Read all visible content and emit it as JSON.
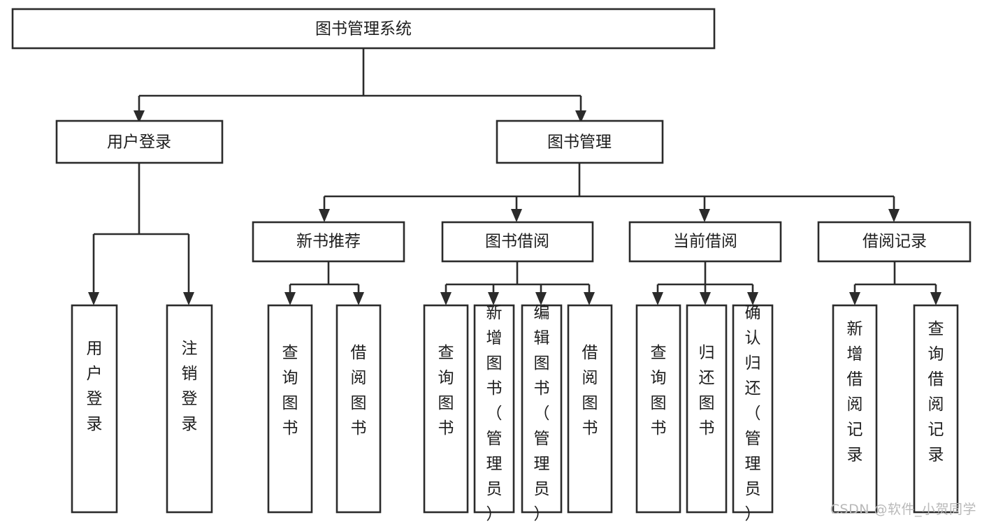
{
  "diagram": {
    "type": "hierarchy-tree",
    "title": "图书管理系统",
    "watermark": "CSDN @软件_小贺同学",
    "colors": {
      "stroke": "#2b2b2b",
      "fill": "#ffffff",
      "text": "#1d1d1d",
      "watermark": "#b9b9b9",
      "background": "#ffffff"
    },
    "levels": [
      {
        "level": 0,
        "nodes": [
          {
            "id": "root",
            "label": "图书管理系统",
            "orientation": "horizontal"
          }
        ]
      },
      {
        "level": 1,
        "nodes": [
          {
            "id": "login",
            "label": "用户登录",
            "orientation": "horizontal",
            "parent": "root"
          },
          {
            "id": "bookmgmt",
            "label": "图书管理",
            "orientation": "horizontal",
            "parent": "root"
          }
        ]
      },
      {
        "level": 2,
        "nodes": [
          {
            "id": "newbook",
            "label": "新书推荐",
            "orientation": "horizontal",
            "parent": "bookmgmt"
          },
          {
            "id": "borrow",
            "label": "图书借阅",
            "orientation": "horizontal",
            "parent": "bookmgmt"
          },
          {
            "id": "current",
            "label": "当前借阅",
            "orientation": "horizontal",
            "parent": "bookmgmt"
          },
          {
            "id": "records",
            "label": "借阅记录",
            "orientation": "horizontal",
            "parent": "bookmgmt"
          }
        ]
      },
      {
        "level": 3,
        "nodes": [
          {
            "id": "leaf-user-login",
            "label": "用户登录",
            "orientation": "vertical",
            "parent": "login"
          },
          {
            "id": "leaf-user-logout",
            "label": "注销登录",
            "orientation": "vertical",
            "parent": "login"
          },
          {
            "id": "leaf-query-book-1",
            "label": "查询图书",
            "orientation": "vertical",
            "parent": "newbook"
          },
          {
            "id": "leaf-borrow-book-1",
            "label": "借阅图书",
            "orientation": "vertical",
            "parent": "newbook"
          },
          {
            "id": "leaf-query-book-2",
            "label": "查询图书",
            "orientation": "vertical",
            "parent": "borrow"
          },
          {
            "id": "leaf-add-book",
            "label": "新增图书（管理员）",
            "orientation": "vertical",
            "parent": "borrow"
          },
          {
            "id": "leaf-edit-book",
            "label": "编辑图书（管理员）",
            "orientation": "vertical",
            "parent": "borrow"
          },
          {
            "id": "leaf-borrow-book-2",
            "label": "借阅图书",
            "orientation": "vertical",
            "parent": "borrow"
          },
          {
            "id": "leaf-query-book-3",
            "label": "查询图书",
            "orientation": "vertical",
            "parent": "current"
          },
          {
            "id": "leaf-return-book",
            "label": "归还图书",
            "orientation": "vertical",
            "parent": "current"
          },
          {
            "id": "leaf-confirm-return",
            "label": "确认归还（管理员）",
            "orientation": "vertical",
            "parent": "current"
          },
          {
            "id": "leaf-add-record",
            "label": "新增借阅记录",
            "orientation": "vertical",
            "parent": "records"
          },
          {
            "id": "leaf-query-record",
            "label": "查询借阅记录",
            "orientation": "vertical",
            "parent": "records"
          }
        ]
      }
    ]
  }
}
